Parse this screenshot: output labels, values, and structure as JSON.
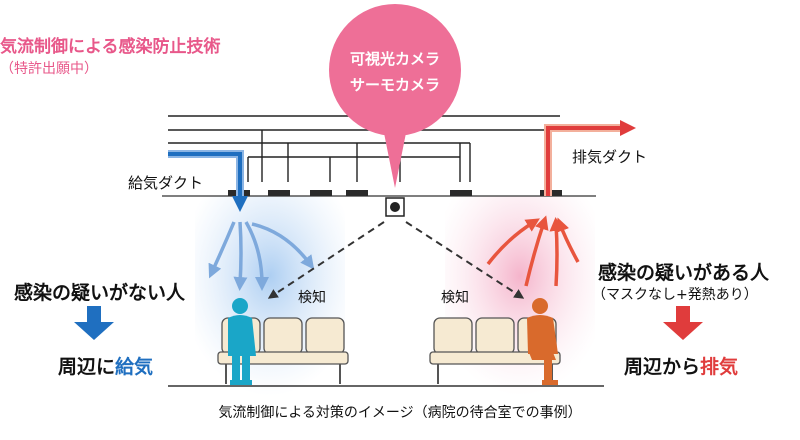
{
  "title": {
    "main": "気流制御による感染防止技術",
    "sub": "（特許出願中）"
  },
  "camera_bubble": {
    "line1": "可視光カメラ",
    "line2": "サーモカメラ"
  },
  "ducts": {
    "supply_label": "給気ダクト",
    "exhaust_label": "排気ダクト"
  },
  "detection": {
    "left_label": "検知",
    "right_label": "検知"
  },
  "left_side": {
    "heading": "感染の疑いがない人",
    "action_prefix": "周辺に",
    "action_highlight": "給気"
  },
  "right_side": {
    "heading": "感染の疑いがある人",
    "subtext": "（マスクなし+発熱あり）",
    "action_prefix": "周辺から",
    "action_highlight": "排気"
  },
  "caption": "気流制御による対策のイメージ（病院の待合室での事例）",
  "colors": {
    "supply_blue": "#1f6fc0",
    "exhaust_red": "#e03c3c",
    "bubble_pink": "#ee6f97",
    "person_cyan": "#1aa6c8",
    "person_orange": "#d96a2c"
  },
  "icons": [
    "camera-icon",
    "person-silhouette-icon",
    "chair-icon",
    "arrow-down-icon"
  ]
}
